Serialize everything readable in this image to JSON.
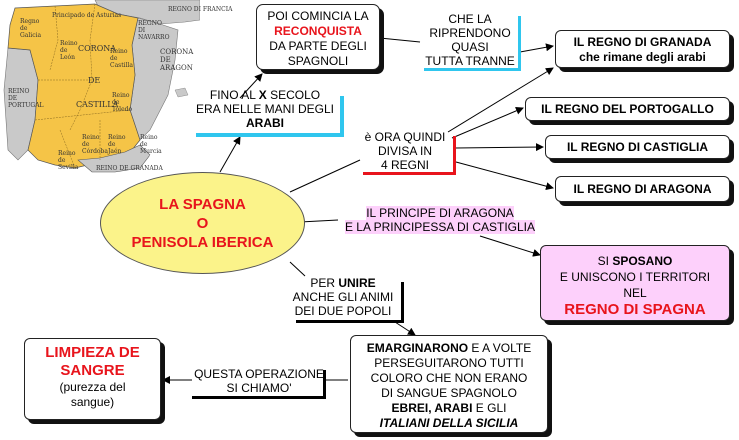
{
  "map": {
    "labels": {
      "france": "REGNO DI FRANCIA",
      "galicia": "Regno de Galicia",
      "asturias": "Principado de Asturias",
      "navarra": "REGNO DI NAVARRO",
      "corona": "CORONA",
      "de": "DE",
      "castilla": "CASTILLA",
      "corona_aragon": "CORONA DE ARAGON",
      "portugal": "REINO DE PORTUGAL",
      "leon": "Reino de León",
      "castilla_small": "Reino de Castilla",
      "toledo": "Reino de Toledo",
      "sevilla": "Reino de Sevilla",
      "cordoba": "Reino de Córdoba",
      "jaen": "Reino de Jaén",
      "murcia": "Reino de Murcia",
      "granada": "REINO DE GRANADA"
    }
  },
  "center": {
    "line1": "LA SPAGNA",
    "line2": "O",
    "line3": "PENISOLA IBERICA"
  },
  "fino": {
    "line1_pre": "FINO AL ",
    "line1_x": "X",
    "line1_post": " SECOLO",
    "line2": "ERA NELLE MANI DEGLI",
    "line3": "ARABI"
  },
  "reconquista": {
    "line1": "POI COMINCIA LA",
    "line2": "RECONQUISTA",
    "line3": "DA PARTE DEGLI",
    "line4": "SPAGNOLI"
  },
  "riprendono": {
    "line1": "CHE LA",
    "line2": "RIPRENDONO",
    "line3": "QUASI",
    "line4": "TUTTA TRANNE"
  },
  "granada": {
    "line1": "IL REGNO DI GRANADA",
    "line2": "che rimane degli arabi"
  },
  "divisa": {
    "line1": "è ORA QUINDI",
    "line2": "DIVISA IN",
    "line3": "4 REGNI"
  },
  "regni": {
    "portogallo": "IL REGNO DEL PORTOGALLO",
    "castiglia": "IL REGNO DI CASTIGLIA",
    "aragona": "IL REGNO DI ARAGONA"
  },
  "principe": {
    "line1": "IL PRINCIPE DI ARAGONA",
    "line2": "E LA PRINCIPESSA DI CASTIGLIA"
  },
  "sposano": {
    "line1_pre": "SI ",
    "line1_b": "SPOSANO",
    "line2": "E UNISCONO I TERRITORI",
    "line3": "NEL",
    "line4": "REGNO DI SPAGNA"
  },
  "unire": {
    "line1_pre": "PER ",
    "line1_b": "UNIRE",
    "line2": "ANCHE GLI ANIMI",
    "line3": "DEI DUE POPOLI"
  },
  "emarginarono": {
    "line1_b": "EMARGINARONO",
    "line1_post": " E A VOLTE",
    "line2": "PERSEGUITARONO TUTTI",
    "line3": "COLORO CHE NON ERANO",
    "line4": "DI SANGUE SPAGNOLO",
    "line5_b": "EBREI, ARABI",
    "line5_post": " E GLI",
    "line6": "ITALIANI DELLA SICILIA"
  },
  "operazione": {
    "line1": "QUESTA OPERAZIONE",
    "line2": "SI CHIAMO'"
  },
  "limpieza": {
    "line1": "LIMPIEZA DE",
    "line2": "SANGRE",
    "line3": "(purezza del",
    "line4": "sangue)"
  },
  "colors": {
    "accent_red": "#e8141c",
    "ellipse_fill": "#fbf38a",
    "pink_fill": "#fdd0fb",
    "cyan": "#2fc6ee",
    "map_yellow": "#f5c447",
    "map_gray": "#c9c9c9"
  }
}
